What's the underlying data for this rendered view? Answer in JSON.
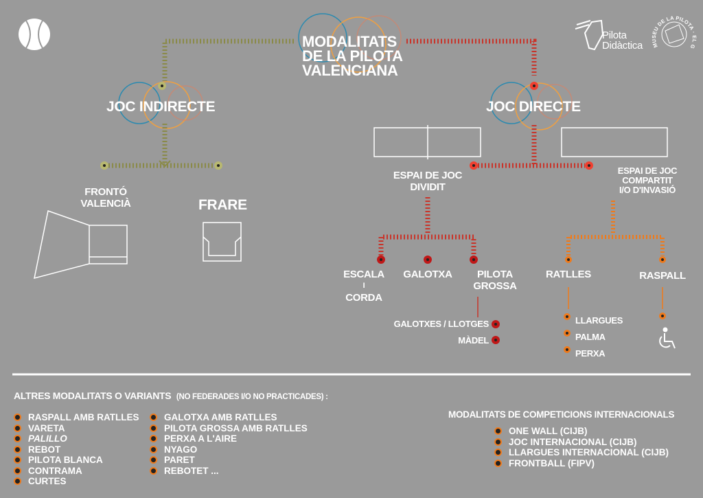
{
  "title": [
    "MODALITATS",
    "DE LA PILOTA",
    "VALENCIANA"
  ],
  "logos": {
    "brand": "Pilota Didàctica",
    "museum": "MUSEU DE LA PILOTA · EL GENOVÉS"
  },
  "branches": {
    "indirect": "JOC INDIRECTE",
    "direct": "JOC DIRECTE"
  },
  "indirect": {
    "fronto": [
      "FRONTÓ",
      "VALENCIÀ"
    ],
    "frare": "FRARE"
  },
  "direct": {
    "divided": [
      "ESPAI DE JOC",
      "DIVIDIT"
    ],
    "shared": [
      "ESPAI DE JOC",
      "COMPARTIT",
      "I/O D'INVASIÓ"
    ],
    "escala": [
      "ESCALA",
      "I",
      "CORDA"
    ],
    "galotxa": "GALOTXA",
    "grossa": [
      "PILOTA",
      "GROSSA"
    ],
    "galotxes": "GALOTXES / LLOTGES",
    "madel": "MÀDEL",
    "ratlles": "RATLLES",
    "raspall": "RASPALL",
    "ratlles_sub": [
      "LLARGUES",
      "PALMA",
      "PERXA"
    ]
  },
  "others": {
    "heading": "ALTRES MODALITATS O VARIANTS",
    "note": "(NO FEDERADES I/O NO PRACTICADES) :",
    "col1": [
      "RASPALL AMB RATLLES",
      "VARETA",
      "PALILLO",
      "REBOT",
      "PILOTA BLANCA",
      "CONTRAMA",
      "CURTES"
    ],
    "col2": [
      "GALOTXA AMB RATLLES",
      "PILOTA GROSSA AMB RATLLES",
      "PERXA A L'AIRE",
      "NYAGO",
      "PARET",
      "REBOTET ..."
    ]
  },
  "international": {
    "heading": "MODALITATS DE COMPETICIONS INTERNACIONALS",
    "items": [
      "ONE WALL (CIJB)",
      "JOC INTERNACIONAL (CIJB)",
      "LLARGUES INTERNACIONAL (CIJB)",
      "FRONTBALL (FIPV)"
    ]
  },
  "colors": {
    "background": "#9a9a9a",
    "olive": "#8a8a48",
    "red": "#c8342a",
    "orange": "#f07a1a",
    "blue": "#2a8ab0"
  }
}
